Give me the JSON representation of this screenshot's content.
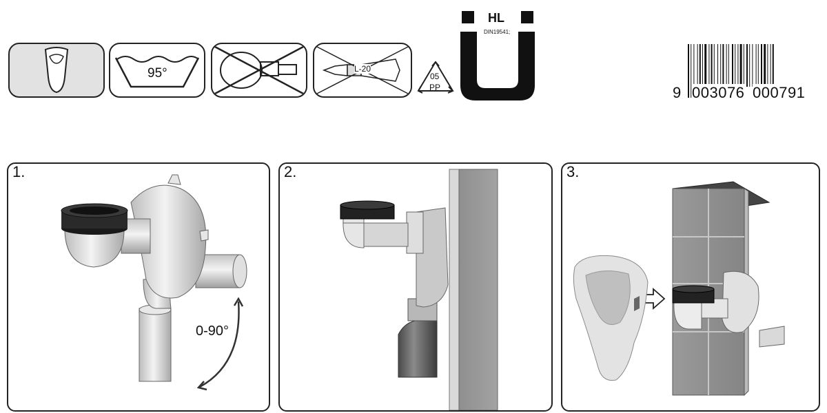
{
  "symbols": {
    "temperature_label": "95°",
    "recycle_code": "05",
    "recycle_material": "PP",
    "tube_label": "L-20"
  },
  "certification": {
    "mark": "HL",
    "standard": "DIN19541;"
  },
  "barcode": {
    "lead_digit": "9",
    "group_1": "003076",
    "group_2": "000791"
  },
  "steps": [
    {
      "number": "1.",
      "annotation": "0-90°"
    },
    {
      "number": "2."
    },
    {
      "number": "3."
    }
  ]
}
